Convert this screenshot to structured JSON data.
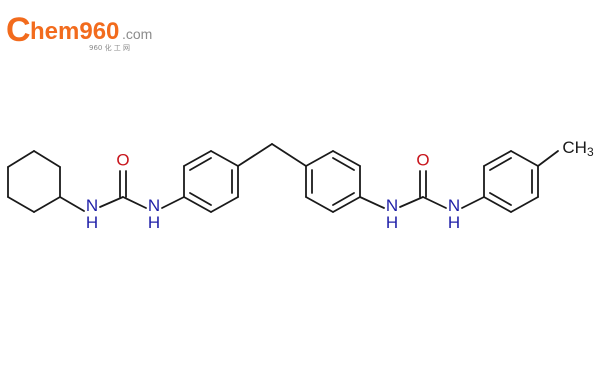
{
  "logo": {
    "brand_first": "C",
    "brand_rest": "hem960",
    "brand_suffix": ".com",
    "subtitle": "960 化 工 网",
    "colors": {
      "orange": "#f26b1d",
      "gray": "#8c8c8c",
      "blue": "#1e73be"
    }
  },
  "structure": {
    "atoms": {
      "nh_cyclohexyl": "N\nH",
      "o_left": "O",
      "nh_aryl_left": "N\nH",
      "nh_aryl_right": "N\nH",
      "o_right": "O",
      "nh_tolyl": "N\nH",
      "methyl": "CH3"
    },
    "colors": {
      "bond": "#1a1a1a",
      "nitrogen": "#1f1fa8",
      "oxygen": "#c8161d"
    }
  }
}
